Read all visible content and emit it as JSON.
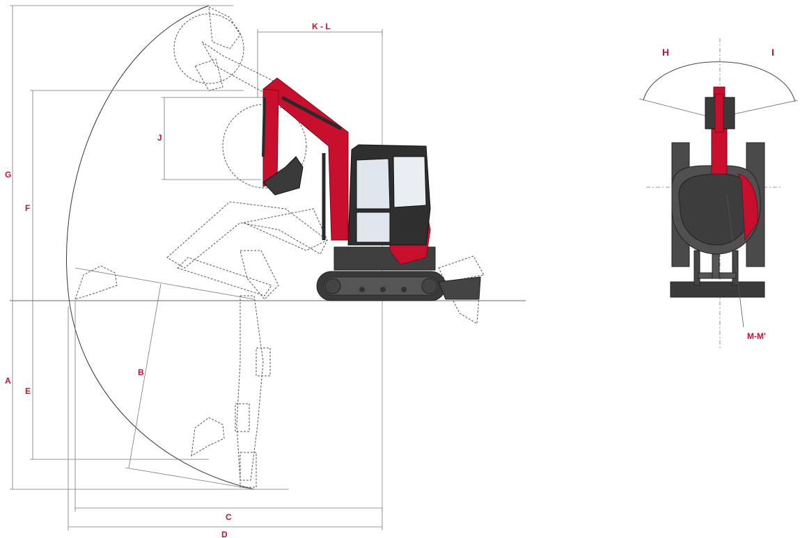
{
  "colors": {
    "accent": "#c8102e",
    "line": "#555555",
    "dark": "#3a3a3a",
    "ghost": "#666666"
  },
  "labels": {
    "A": "A",
    "B": "B",
    "C": "C",
    "D": "D",
    "E": "E",
    "F": "F",
    "G": "G",
    "H": "H",
    "I": "I",
    "J": "J",
    "KL": "K - L",
    "MM": "M-M'"
  }
}
